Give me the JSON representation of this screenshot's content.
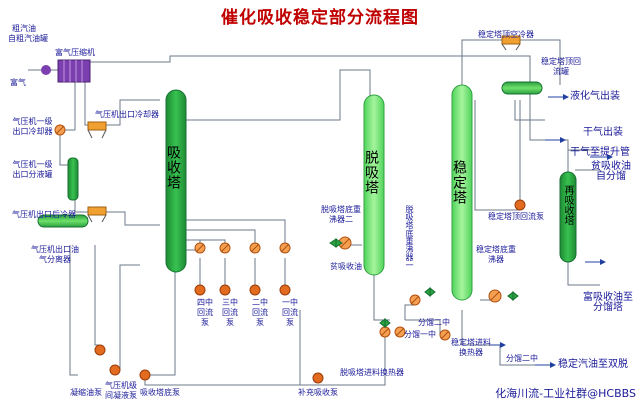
{
  "title": "催化吸收稳定部分流程图",
  "watermark": "化海川流-工业社群@HCBBS",
  "colors": {
    "pipe": "#6b7a8a",
    "column": "#2aa040",
    "column_light": "#7ee87a",
    "pump": "#e36b1f",
    "compressor": "#7b3fb0",
    "label": "#1a1a99",
    "title": "#c00000"
  },
  "columns": {
    "absorber": "吸收塔",
    "desorber": "脱吸塔",
    "stabilizer": "稳定塔",
    "reabsorber": "再吸收塔"
  },
  "labels": {
    "crude_gasoline": "粗汽油",
    "from_tank": "自粗汽油罐",
    "rich_gas_compressor": "富气压缩机",
    "rich_gas": "富气",
    "comp_outlet_cooler": "气压机出口冷却器",
    "stage1_cooler": "气压机一级出口冷却器",
    "stage1_separator": "气压机一级出口分液罐",
    "comp_after_cooler": "气压机出口后冷器",
    "comp_outlet_separator": "气压机出口油气分离器",
    "condensate_pump": "凝缩油泵",
    "interstage_pump": "气压机级间凝液泵",
    "absorber_bottom_pump": "吸收塔底泵",
    "pa4": "四中回流泵",
    "pa3": "三中回流泵",
    "pa2": "二中回流泵",
    "pa1": "一中回流泵",
    "desorber_reboiler2": "脱吸塔底重沸器二",
    "desorber_reboiler1": "脱吸塔底重沸器一",
    "lean_oil": "贫吸收油",
    "fractionator_2nd_mid": "分馏二中",
    "fractionator_1st_mid": "分馏一中",
    "desorber_feed_exchanger": "脱吸塔进料换热器",
    "supplement_pump": "补充吸收泵",
    "stab_overhead_cooler": "稳定塔顶空冷器",
    "stab_reflux_drum": "稳定塔顶回流罐",
    "stab_reflux_pump": "稳定塔顶回流泵",
    "stab_reboiler": "稳定塔底重沸器",
    "stab_feed_exchanger": "稳定塔进料换热器",
    "fractionator_2nd_mid_b": "分馏二中",
    "lpg_out": "液化气出装",
    "dry_gas_out": "干气出装",
    "dry_gas_riser": "干气至提升管",
    "lean_from_frac": "贫吸收油自分馏",
    "rich_to_frac": "富吸收油至分馏塔",
    "stable_gasoline": "稳定汽油至双脱"
  }
}
